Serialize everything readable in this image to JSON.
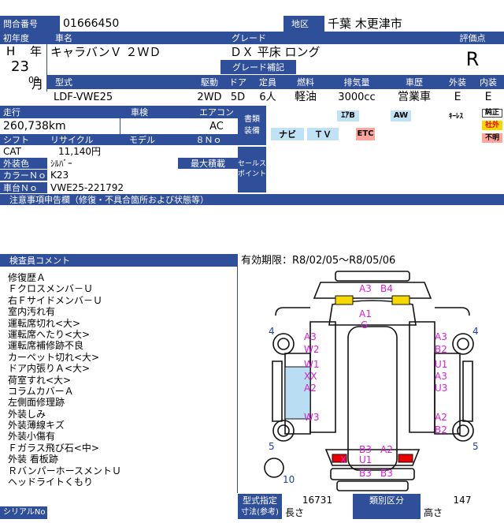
{
  "header": {
    "lot_label": "問合番号",
    "lot_value": "01666450",
    "region_label": "地区",
    "region_value": "千葉 木更津市"
  },
  "row_labels": {
    "year": "初年度",
    "name": "車名",
    "grade": "グレード",
    "score": "評価点"
  },
  "vehicle": {
    "era": "H",
    "year_char": "年",
    "year": "23",
    "month": "09",
    "month_char": "月",
    "name": "キャラバンＶ ２ＷＤ",
    "grade": "ＤＸ 平床 ロング",
    "grade_sub_label": "グレード補記",
    "score": "R"
  },
  "spec_labels": {
    "model": "型式",
    "drive": "駆動",
    "doors": "ドア",
    "capacity": "定員",
    "fuel": "燃料",
    "displacement": "排気量",
    "history": "車歴",
    "exterior": "外装",
    "interior": "内装"
  },
  "spec": {
    "model": "LDF-VWE25",
    "drive": "2WD",
    "doors": "5D",
    "capacity": "6人",
    "fuel": "軽油",
    "displacement": "3000cc",
    "history": "営業車",
    "exterior": "E",
    "interior": "E"
  },
  "run_labels": {
    "mileage": "走行",
    "inspection": "車検",
    "aircon": "エアコン",
    "shift": "シフト",
    "recycle": "リサイクル",
    "model_code": "モデル",
    "vin_no": "８Ｎｏ",
    "color": "外装色",
    "max_load": "最大積載",
    "color_no": "カラーＮｏ",
    "chassis": "車台Ｎｏ",
    "equipment": "書類\n装備",
    "sales_point": "セールス\nポイント"
  },
  "run": {
    "mileage": "260,738km",
    "aircon": "AC",
    "shift": "CAT",
    "recycle": "11,140円",
    "color": "ｼﾙﾊﾞｰ",
    "color_no": "K23",
    "chassis": "VWE25-221792"
  },
  "equipment": {
    "airbag": "ｴｱB",
    "aw": "AW",
    "keyless": "ｷｰﾚｽ",
    "navi": "ナビ",
    "tv": "ＴＶ",
    "etc": "ETC",
    "genuine": "純正",
    "aftermarket": "社外",
    "unknown": "不明"
  },
  "notes_label": "注意事項申告欄（修復・不具合箇所および状態等）",
  "inspector": {
    "label": "検査員コメント",
    "lines": [
      "修復歴Ａ",
      "Ｆクロスメンバ－Ｕ",
      "右Ｆサイドメンバ－Ｕ",
      "室内汚れ有",
      "運転席切れ<大>",
      "運転席へたり<大>",
      "運転席補修跡不良",
      "カーペット切れ<大>",
      "ドア内張りＡ<大>",
      "荷室すれ<大>",
      "コラムカバーＡ",
      "左側面修理跡",
      "外装しみ",
      "外装薄線キズ",
      "外装小傷有",
      "Ｆガラス飛び石<中>",
      "外装 看板跡",
      "ＲバンパーホースメントＵ",
      "ヘッドライトくもり"
    ]
  },
  "validity": "有効期限：R8/02/05～R8/05/06",
  "diagram": {
    "front_top": [
      "A3",
      "B4"
    ],
    "hood": [
      "A1",
      "G"
    ],
    "left_top": [
      "A3",
      "W2"
    ],
    "left_mid": [
      "W1",
      "XX",
      "A2"
    ],
    "left_low": [
      "W3"
    ],
    "right_top": [
      "A3",
      "B2"
    ],
    "right_mid": [
      "U1",
      "A3",
      "U3"
    ],
    "right_low": [
      "A2",
      "B2"
    ],
    "rear": [
      "B3",
      "A2",
      "X",
      "U1",
      "B3",
      "B3"
    ],
    "numbers": [
      "4",
      "4",
      "5",
      "5",
      "10"
    ]
  },
  "footer": {
    "type_label": "型式指定",
    "type_value": "16731",
    "class_label": "類別区分",
    "class_value": "147",
    "dim_label": "寸法(参考)",
    "length_label": "長さ",
    "height_label": "高さ",
    "serial_label": "シリアルNo"
  }
}
